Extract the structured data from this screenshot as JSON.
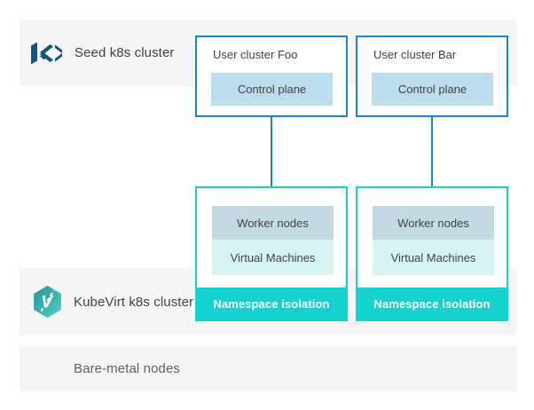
{
  "diagram": {
    "seed_band": {
      "label": "Seed k8s cluster",
      "icon": "kubermatic-logo"
    },
    "kubevirt_band": {
      "label": "KubeVirt k8s cluster",
      "icon": "kubevirt-logo"
    },
    "baremetal_band": {
      "label": "Bare-metal nodes"
    },
    "user_clusters": [
      {
        "title": "User cluster Foo",
        "control_plane": "Control plane"
      },
      {
        "title": "User cluster Bar",
        "control_plane": "Control plane"
      }
    ],
    "kubevirt_clusters": [
      {
        "worker_nodes": "Worker nodes",
        "virtual_machines": "Virtual Machines",
        "namespace": "Namespace isolation"
      },
      {
        "worker_nodes": "Worker nodes",
        "virtual_machines": "Virtual Machines",
        "namespace": "Namespace isolation"
      }
    ],
    "colors": {
      "accent_blue": "#1b87c0",
      "accent_teal": "#12d3cf",
      "band_bg": "#f5f5f5",
      "control_plane_bg": "#bcdeec",
      "worker_nodes_bg": "#c3d9e3",
      "virtual_machines_bg": "#d5f4f1",
      "kubermatic_logo_blue": "#0e567f",
      "kubevirt_logo_teal_dark": "#239595",
      "kubevirt_logo_teal_light": "#4ed0c8",
      "text_dark": "#424242",
      "text_gray": "#616161",
      "namespace_text": "#ffffff"
    }
  }
}
